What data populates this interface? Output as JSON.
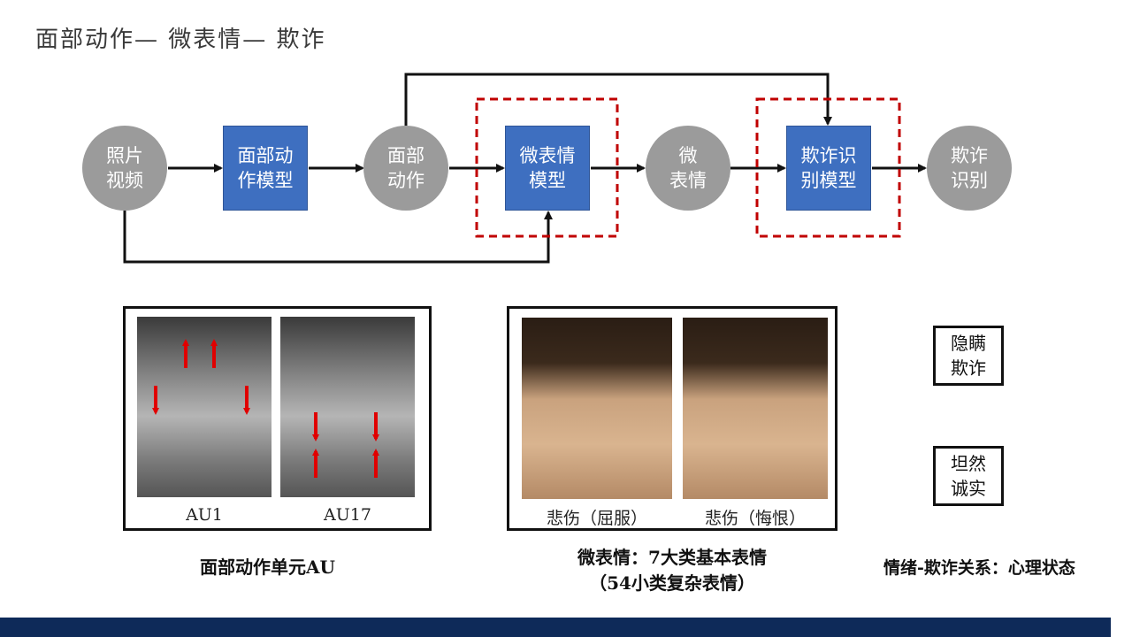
{
  "title": "面部动作— 微表情— 欺诈",
  "flow": {
    "nodes": [
      {
        "line1": "照片",
        "line2": "视频"
      },
      {
        "line1": "面部动",
        "line2": "作模型"
      },
      {
        "line1": "面部",
        "line2": "动作"
      },
      {
        "line1": "微表情",
        "line2": "模型"
      },
      {
        "line1": "微",
        "line2": "表情"
      },
      {
        "line1": "欺诈识",
        "line2": "别模型"
      },
      {
        "line1": "欺诈",
        "line2": "识别"
      }
    ]
  },
  "au_panel": {
    "labels": [
      "AU1",
      "AU17"
    ],
    "caption": "面部动作单元AU"
  },
  "micro_panel": {
    "labels": [
      "悲伤（屈服）",
      "悲伤（悔恨）"
    ],
    "caption_line1": "微表情：7大类基本表情",
    "caption_line2": "（54小类复杂表情）"
  },
  "states": {
    "box1": {
      "line1": "隐瞒",
      "line2": "欺诈"
    },
    "box2": {
      "line1": "坦然",
      "line2": "诚实"
    },
    "caption": "情绪-欺诈关系：心理状态"
  },
  "colors": {
    "circle": "#9b9b9b",
    "model_box": "#3e6fc0",
    "dashed_highlight": "#c00000",
    "arrow_red": "#e00000",
    "bottom_bar": "#0e2a59"
  }
}
